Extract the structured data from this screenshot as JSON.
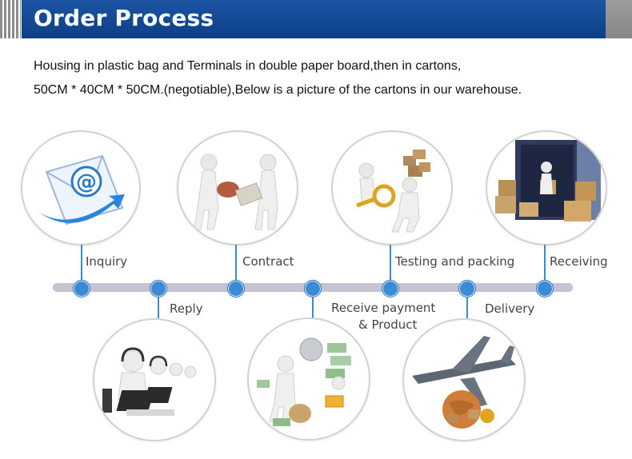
{
  "header": {
    "title": "Order Process"
  },
  "description": {
    "line1": "Housing in plastic bag and Terminals in double paper board,then in cartons,",
    "line2": "50CM * 40CM * 50CM.(negotiable),Below is a picture of the cartons in our warehouse."
  },
  "steps": [
    {
      "label": "Inquiry",
      "image": "email-envelope-icon"
    },
    {
      "label": "Reply",
      "image": "call-center-operators"
    },
    {
      "label": "Contract",
      "image": "handshake-figures"
    },
    {
      "label": "Receive payment",
      "label2": "& Product",
      "image": "money-payment"
    },
    {
      "label": "Testing and packing",
      "image": "magnifier-boxes"
    },
    {
      "label": "Delivery",
      "image": "airplane-globe"
    },
    {
      "label": "Receiving",
      "image": "container-cartons"
    }
  ],
  "colors": {
    "header_blue": "#1a55a3",
    "timeline": "#c6c3d2",
    "dot_blue": "#3a8ad6"
  }
}
